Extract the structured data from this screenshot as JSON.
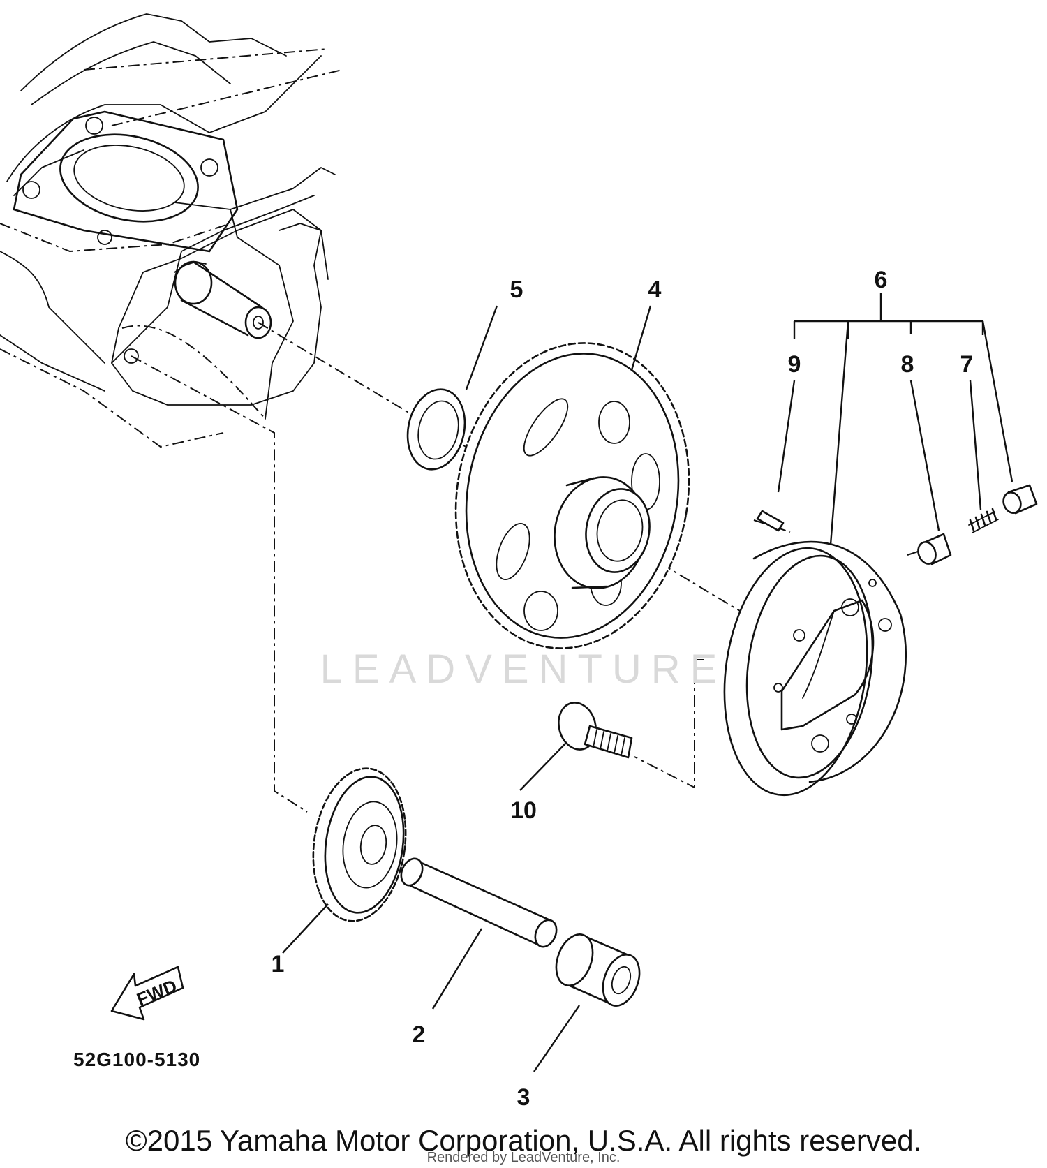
{
  "diagram": {
    "figure_code": "52G100-5130",
    "direction_label": "FWD",
    "watermark": "LEADVENTURE",
    "copyright": "©2015 Yamaha Motor Corporation, U.S.A. All rights reserved.",
    "rendered_by": "Rendered by LeadVenture, Inc.",
    "callouts": [
      "1",
      "2",
      "3",
      "4",
      "5",
      "6",
      "7",
      "8",
      "9",
      "10"
    ]
  }
}
